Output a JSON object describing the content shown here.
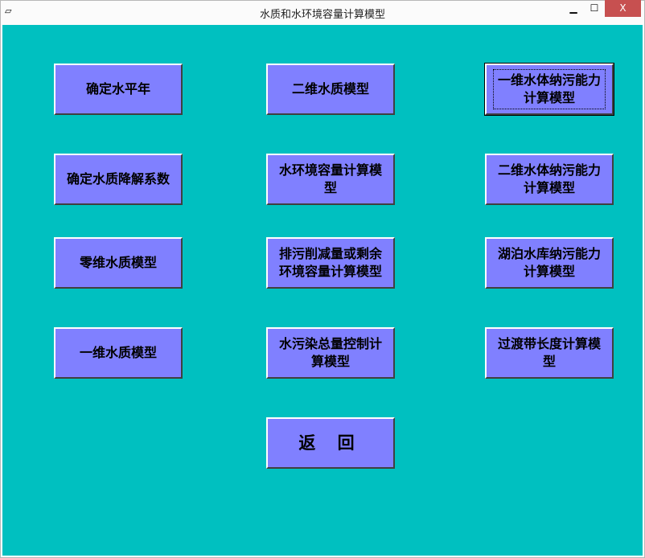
{
  "window": {
    "title": "水质和水环境容量计算模型",
    "minimize": "▁",
    "maximize": "☐",
    "close": "X"
  },
  "buttons": {
    "b1": "确定水平年",
    "b2": "二维水质模型",
    "b3": "一维水体纳污能力计算模型",
    "b4": "确定水质降解系数",
    "b5": "水环境容量计算模型",
    "b6": "二维水体纳污能力计算模型",
    "b7": "零维水质模型",
    "b8": "排污削减量或剩余环境容量计算模型",
    "b9": "湖泊水库纳污能力计算模型",
    "b10": "一维水质模型",
    "b11": "水污染总量控制计算模型",
    "b12": "过渡带长度计算模型",
    "back": "返 回"
  }
}
